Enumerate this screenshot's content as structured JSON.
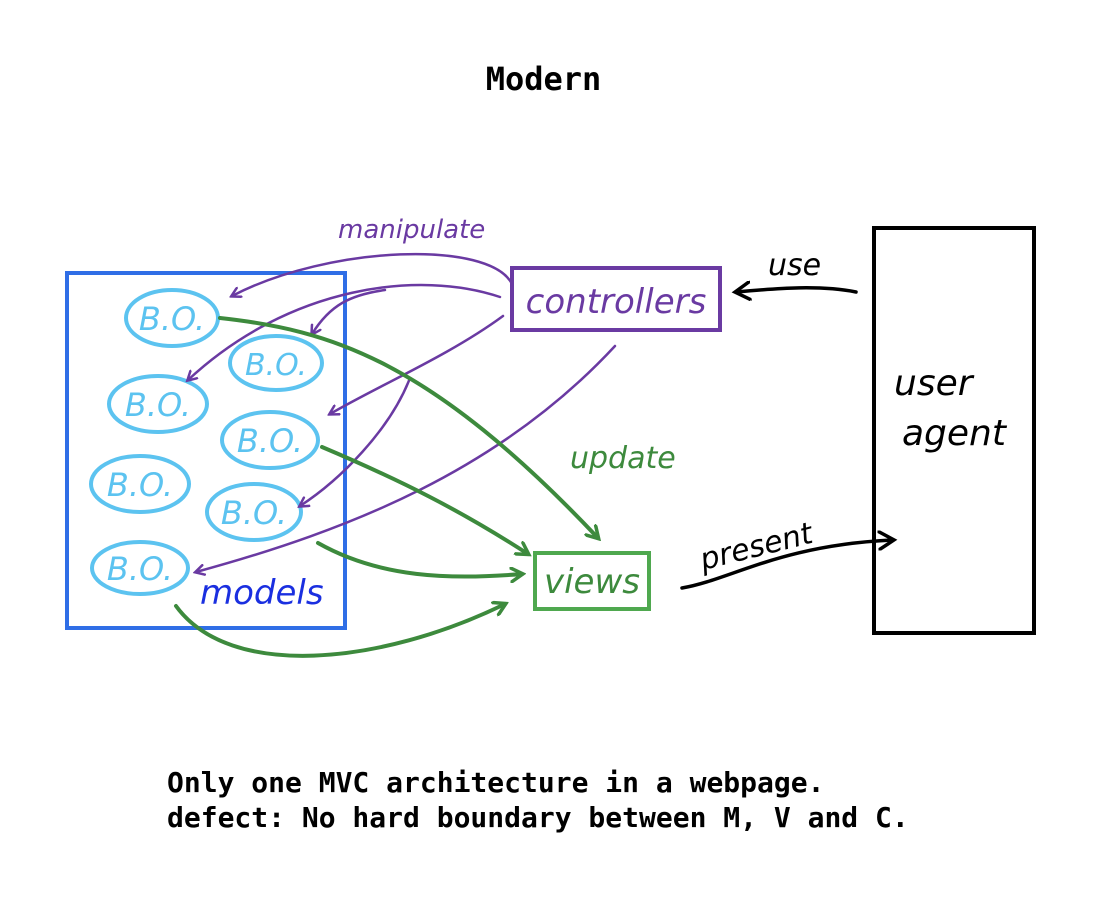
{
  "title": "Modern",
  "colors": {
    "models": "#2f6ee6",
    "models_label": "#1a2fe0",
    "business_object": "#5cc3f0",
    "controllers": "#6a3aa2",
    "views": "#4fa84f",
    "update_arrows": "#3d8a3d",
    "user_agent": "#000000"
  },
  "diagram": {
    "models_label": "models",
    "business_object_label": "B.O.",
    "controllers_label": "controllers",
    "views_label": "views",
    "user_agent_label_line1": "user",
    "user_agent_label_line2": "agent",
    "edges": {
      "manipulate": "manipulate",
      "update": "update",
      "use": "use",
      "present": "present"
    }
  },
  "caption": {
    "line1": "Only one MVC architecture in a webpage.",
    "line2": "defect: No hard boundary between M, V and C."
  }
}
